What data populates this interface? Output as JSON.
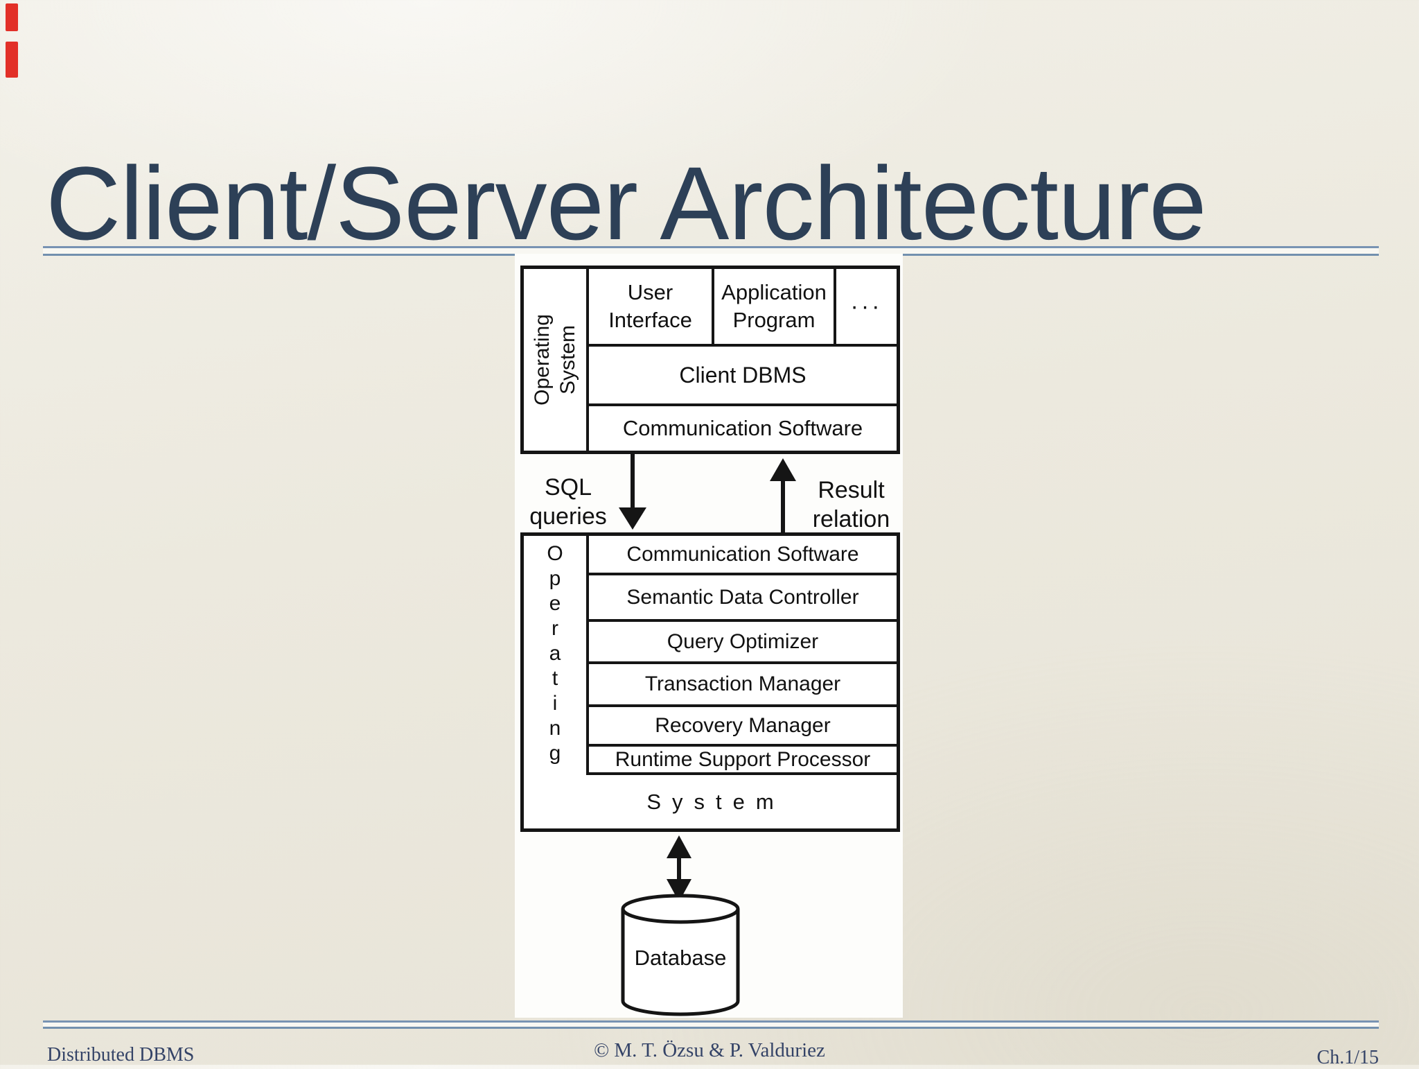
{
  "slide": {
    "title": "Client/Server Architecture"
  },
  "colors": {
    "background": "#ece9de",
    "title_navy": "#2d4057",
    "divider_blue": "#7893b3",
    "footer_navy": "#344367",
    "diagram_ink": "#151515",
    "panel_white": "#fdfdfb",
    "accent_red": "#e23028"
  },
  "diagram": {
    "client_box": {
      "os_label": "Operating System",
      "top_cells": [
        "User Interface",
        "Application Program",
        "···"
      ],
      "middle_row": "Client DBMS",
      "bottom_row": "Communication Software"
    },
    "flow_labels": {
      "sql_line1": "SQL",
      "sql_line2": "queries",
      "result_line1": "Result",
      "result_line2": "relation"
    },
    "server_box": {
      "os_vertical_label": "Operating",
      "rows": [
        "Communication Software",
        "Semantic Data Controller",
        "Query Optimizer",
        "Transaction Manager",
        "Recovery Manager",
        "Runtime Support Processor"
      ],
      "system_label": "System"
    },
    "database_label": "Database"
  },
  "footer": {
    "left": "Distributed DBMS",
    "center": "© M. T. Özsu & P. Valduriez",
    "right": "Ch.1/15"
  }
}
